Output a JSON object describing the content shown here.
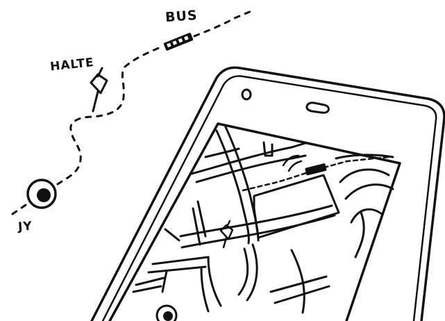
{
  "labels": {
    "bus": "BUS",
    "stop": "HALTE",
    "user": "JY"
  },
  "colors": {
    "ink": "#111111",
    "paper": "#ffffff"
  },
  "icons": {
    "bus": "bus-icon",
    "stop": "bus-stop-icon",
    "user": "user-location-icon"
  }
}
